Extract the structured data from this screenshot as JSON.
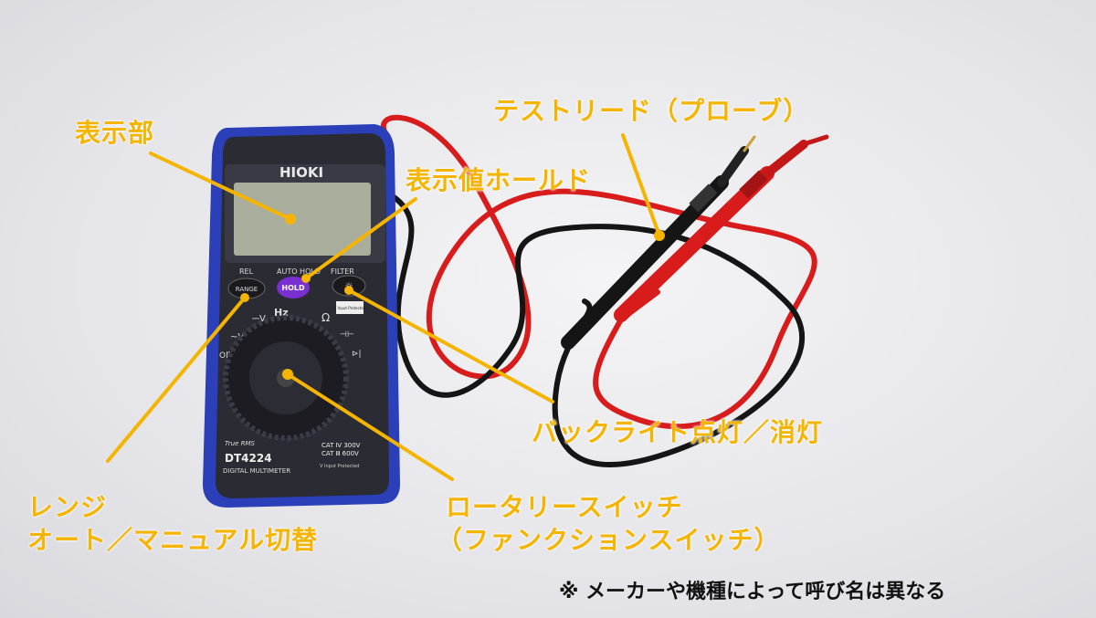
{
  "device": {
    "brand": "HIOKI",
    "model": "DT4224",
    "subtitle": "DIGITAL MULTIMETER",
    "true_rms": "True RMS",
    "rel_label": "REL",
    "range_button": "RANGE",
    "auto_hold_label": "AUTO HOLD",
    "filter_label": "FILTER",
    "hold_button": "HOLD",
    "cat_line1": "CAT Ⅳ 300V",
    "cat_line2": "CAT Ⅲ 600V",
    "protected_badge": "V Input Protected",
    "dial": {
      "off": "OFF",
      "acv": "~V",
      "dcv": "⎓V",
      "hz": "Hz",
      "ohm": "Ω",
      "cap": "⊣⊢",
      "diode": "⊳|"
    }
  },
  "labels": {
    "display": "表示部",
    "hold": "表示値ホールド",
    "leads": "テストリード（プローブ）",
    "backlight": "バックライト点灯／消灯",
    "range_line1": "レンジ",
    "range_line2": "オート／マニュアル切替",
    "rotary_line1": "ロータリースイッチ",
    "rotary_line2": "（ファンクションスイッチ）"
  },
  "note": "※ メーカーや機種によって呼び名は異なる",
  "colors": {
    "label": "#f5b400",
    "body_blue": "#2a3fb8",
    "body_dark": "#2b2b33",
    "lcd": "#a9ae9c",
    "hold_purple": "#7a2fd0",
    "probe_red": "#d81c1c",
    "probe_black": "#151515"
  }
}
